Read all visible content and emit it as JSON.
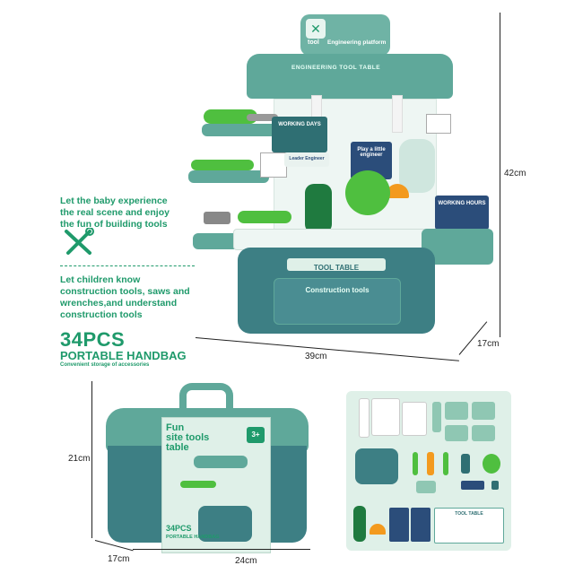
{
  "top_sign": {
    "small_label": "tool",
    "platform_label": "Engineering platform",
    "roof_label": "ENGINEERING TOOL TABLE"
  },
  "panels": {
    "working_days": "WORKING DAYS",
    "play_engineer": "Play a little engineer",
    "working_hours": "WORKING HOURS",
    "mini_card": "Leader Engineer"
  },
  "table": {
    "tool_table_label": "TOOL TABLE",
    "drawer_label": "Construction tools"
  },
  "dimensions": {
    "height": "42cm",
    "width": "39cm",
    "depth": "17cm",
    "case_height": "21cm",
    "case_depth": "17cm",
    "case_width": "24cm"
  },
  "left_text": {
    "para1": "Let the baby experience the real scene and enjoy the fun of building tools",
    "para2": "Let children know construction tools, saws and wrenches,and understand construction tools",
    "pcs": "34PCS",
    "handbag": "PORTABLE HANDBAG",
    "storage": "Convenient storage of accessories"
  },
  "case_box": {
    "title_line1": "Fun",
    "title_line2": "site tools",
    "title_line3": "table",
    "age": "3+",
    "pcs": "34PCS",
    "handbag": "PORTABLE HANDBAG"
  },
  "accessories": {
    "table_label": "TOOL TABLE"
  },
  "colors": {
    "brand_green": "#1f9a6b",
    "teal": "#5fa89a",
    "navy": "#2b4d7a",
    "lime": "#4fbf3f"
  }
}
